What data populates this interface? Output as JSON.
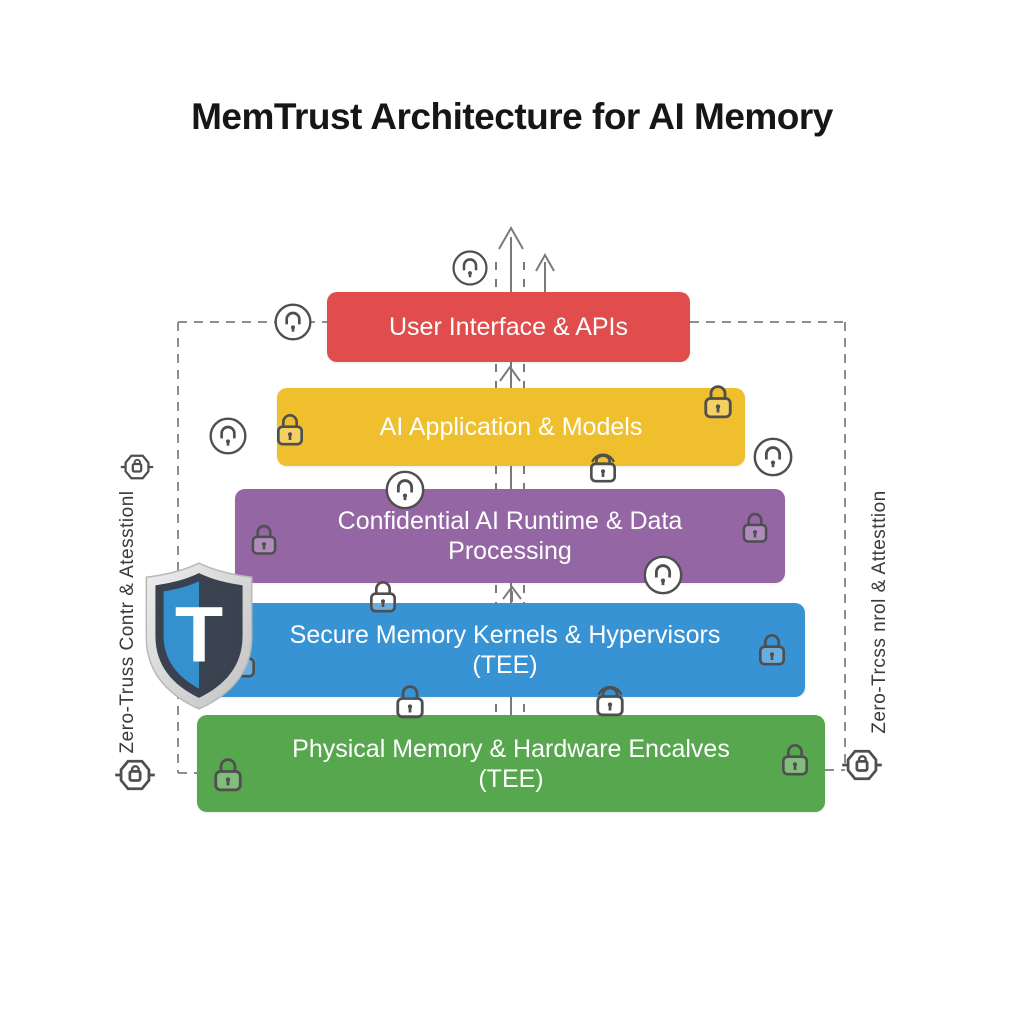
{
  "title": "MemTrust Architecture for AI Memory",
  "layers": [
    {
      "name": "user-interface",
      "line1": "User Interface & APIs",
      "line2": "",
      "color": "#E14C4C"
    },
    {
      "name": "ai-application",
      "line1": "AI Application & Models",
      "line2": "",
      "color": "#F0BF2E"
    },
    {
      "name": "confidential-runtime",
      "line1": "Confidential AI Runtime & Data",
      "line2": "Processing",
      "color": "#9566A4"
    },
    {
      "name": "secure-kernels",
      "line1": "Secure Memory Kernels & Hypervisors",
      "line2": "(TEE)",
      "color": "#3793D4"
    },
    {
      "name": "physical-memory",
      "line1": "Physical Memory & Hardware Encalves",
      "line2": "(TEE)",
      "color": "#57A74F"
    }
  ],
  "side_labels": {
    "left": "Zero-Truss Contr & Atesstionl",
    "right": "Zero-Trcss nrol & Attesttion"
  },
  "shield": {
    "letter": "T",
    "left_color": "#3590CE",
    "right_color": "#3A4450",
    "ring_color": "#39424E",
    "border_color": "#D9D9D9"
  },
  "colors": {
    "background": "#ffffff",
    "dashed_boundary": "#8d8d8d",
    "flow_line": "#7a7a7a",
    "icon_stroke": "#4f4f4f",
    "title_text": "#161616",
    "side_label_text": "#3a3a3a"
  },
  "icons": {
    "padlock": "closed padlock (memory encryption)",
    "padlock-arc": "padlock with rotating-shackle arc",
    "circle-unlock": "open padlock inside a circle",
    "attestation-badge": "hexagonal attestation badge with lock",
    "up-arrow": "upward data-flow arrow",
    "shield": "MemTrust shield with letter T"
  }
}
